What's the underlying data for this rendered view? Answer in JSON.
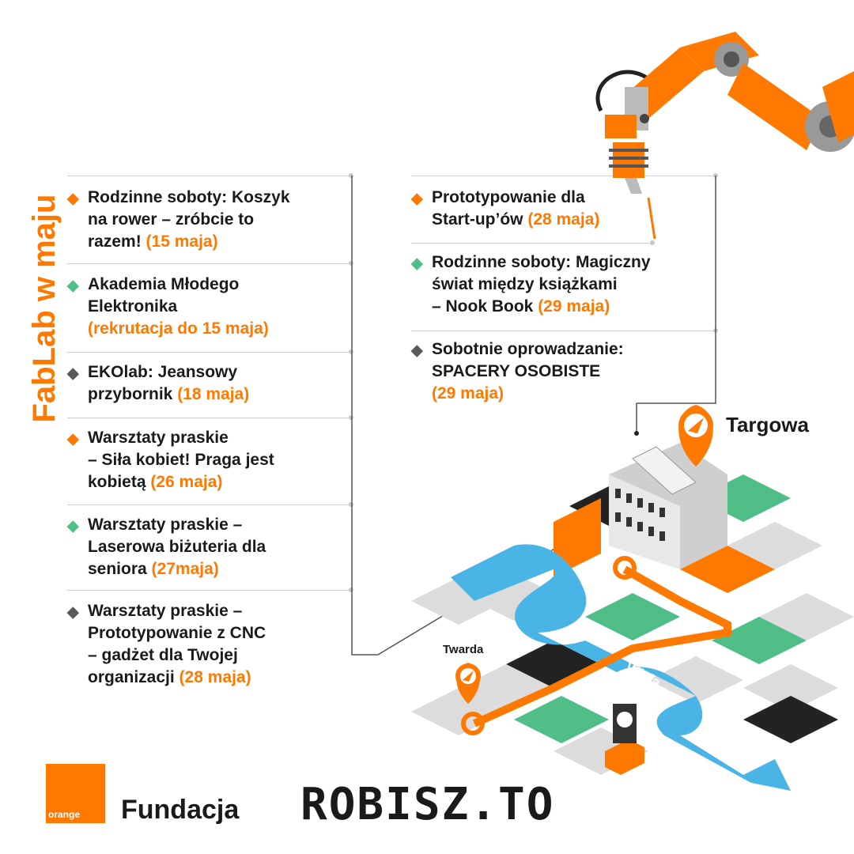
{
  "title": "FabLab w maju",
  "colors": {
    "orange": "#ff7900",
    "green": "#50be87",
    "dark": "#595959",
    "river": "#4bb4e6"
  },
  "left_events": [
    {
      "marker": "orange",
      "lines": [
        "Rodzinne soboty: Koszyk",
        "na rower – zróbcie to",
        "razem! "
      ],
      "date": "(15 maja)"
    },
    {
      "marker": "green",
      "lines": [
        "Akademia Młodego",
        "Elektronika",
        ""
      ],
      "date": "(rekrutacja do 15 maja)"
    },
    {
      "marker": "dark",
      "lines": [
        "EKOlab: Jeansowy",
        "przybornik "
      ],
      "date": "(18 maja)"
    },
    {
      "marker": "orange",
      "lines": [
        "Warsztaty praskie",
        "– Siła kobiet! Praga jest",
        "kobietą "
      ],
      "date": "(26 maja)"
    },
    {
      "marker": "green",
      "lines": [
        "Warsztaty praskie –",
        "Laserowa biżuteria dla",
        "seniora "
      ],
      "date": "(27maja)"
    },
    {
      "marker": "dark",
      "lines": [
        "Warsztaty praskie –",
        "Prototypowanie z CNC",
        "– gadżet dla Twojej",
        "organizacji "
      ],
      "date": "(28 maja)"
    }
  ],
  "right_events": [
    {
      "marker": "orange",
      "lines": [
        "Prototypowanie dla",
        "Start-up’ów "
      ],
      "date": "(28 maja)"
    },
    {
      "marker": "green",
      "lines": [
        "Rodzinne soboty: Magiczny",
        "świat między książkami",
        "– Nook Book "
      ],
      "date": "(29 maja)"
    },
    {
      "marker": "dark",
      "lines": [
        "Sobotnie oprowadzanie:",
        "SPACERY OSOBISTE",
        ""
      ],
      "date": "(29 maja)"
    }
  ],
  "map": {
    "place_main": "Targowa",
    "place_secondary": "Twarda",
    "river": "Wisła"
  },
  "footer": {
    "orange_logo": "orange",
    "fundacja": "Fundacja",
    "robisz": "ROBISZ.TO"
  }
}
